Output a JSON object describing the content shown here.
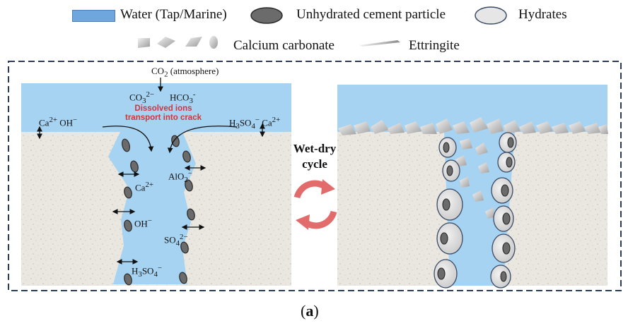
{
  "legend": {
    "water": "Water (Tap/Marine)",
    "unhydrated": "Unhydrated cement particle",
    "hydrates": "Hydrates",
    "calcium_carbonate": "Calcium carbonate",
    "ettringite": "Ettringite"
  },
  "left_panel": {
    "co2_label": "CO",
    "co2_sub": "2",
    "co2_suffix": " (atmosphere)",
    "carbonate": "CO",
    "carbonate_sub": "3",
    "carbonate_sup": "2−",
    "bicarbonate": "HCO",
    "bicarbonate_sub": "3",
    "bicarbonate_sup": "-",
    "dissolved_text_line1": "Dissolved ions",
    "dissolved_text_line2": "transport into crack",
    "ca_left": "Ca",
    "ca_left_sup": "2+",
    "oh_left": " OH",
    "oh_left_sup": "−",
    "h3so4_right": "H",
    "h3so4_right_sub1": "3",
    "h3so4_right_mid": "SO",
    "h3so4_right_sub2": "4",
    "h3so4_right_sup": "−",
    "ca_right": " Ca",
    "ca_right_sup": "2+",
    "crack_ca": "Ca",
    "crack_ca_sup": "2+",
    "crack_alo2": "AlO",
    "crack_alo2_sub": "2",
    "crack_alo2_sup": "−",
    "crack_oh": "OH",
    "crack_oh_sup": "−",
    "crack_so4": "SO",
    "crack_so4_sub": "4",
    "crack_so4_sup": "2−",
    "crack_h3so4": "H",
    "crack_h3so4_sub1": "3",
    "crack_h3so4_mid": "SO",
    "crack_h3so4_sub2": "4",
    "crack_h3so4_sup": "−"
  },
  "center": {
    "cycle_line1": "Wet-dry",
    "cycle_line2": "cycle"
  },
  "caption": {
    "open": "(",
    "letter": "a",
    "close": ")"
  },
  "colors": {
    "water": "#a6d3f2",
    "water_legend": "#6fa6dd",
    "concrete": "#e8e6df",
    "particle_fill": "#6b6b6b",
    "hydrate_fill": "#e6e6e6",
    "frame_border": "#2a3b5a",
    "arrow_red": "#e26b6b"
  }
}
